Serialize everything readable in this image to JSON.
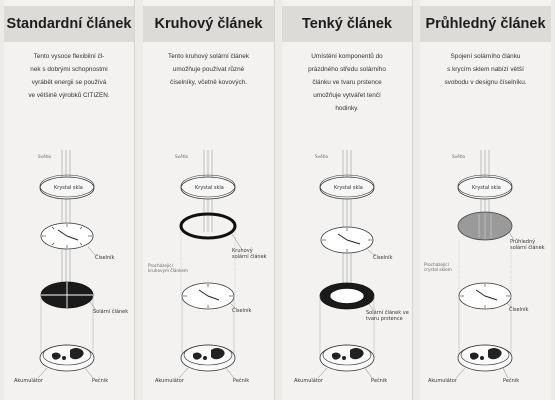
{
  "panels": [
    {
      "title": "Standardní článek",
      "description": "Tento vysoce flexibilní čl-\nnek s dobrými schopnostmi\nvyrábět energii se používá\nve většině výrobků CITIZEN.",
      "labels": {
        "light": "Světlo",
        "crystal": "Krystal skla",
        "dial": "Číselník",
        "solar": "Solární článek",
        "accumulator": "Akumulátor",
        "case": "Pečnik"
      }
    },
    {
      "title": "Kruhový článek",
      "description": "Tento kruhový solární článek\numožňuje používat různé\nčíselníky, včetně kovových.",
      "labels": {
        "light": "Světlo",
        "crystal": "Krystal skla",
        "ring": "Kruhový\nsolární článek",
        "side_light": "Procházející\nkruhovým článkem",
        "dial": "Číselník",
        "accumulator": "Akumulátor",
        "case": "Pečnik"
      }
    },
    {
      "title": "Tenký článek",
      "description": "Umístění komponentů do\nprázdného středu solárního\nčlánku ve tvaru prstence\numožňuje vytvářet tenčí\nhodinky.",
      "labels": {
        "light": "Světlo",
        "crystal": "Krystal skla",
        "dial": "Číselník",
        "solar": "Solární článek ve\ntvaru prstence",
        "accumulator": "Akumulátor",
        "case": "Pečnik"
      }
    },
    {
      "title": "Průhledný článek",
      "description": "Spojení solárního článku\ns krycím sklem nabízí větší\nsvobodu v designu číselníku.",
      "labels": {
        "light": "Světlo",
        "crystal": "Krystal skla",
        "transparent": "Průhledný\nsolární článek",
        "side_light": "Procházející\ncrystal sklem",
        "dial": "Číselník",
        "accumulator": "Akumulátor",
        "case": "Pečnik"
      }
    }
  ]
}
